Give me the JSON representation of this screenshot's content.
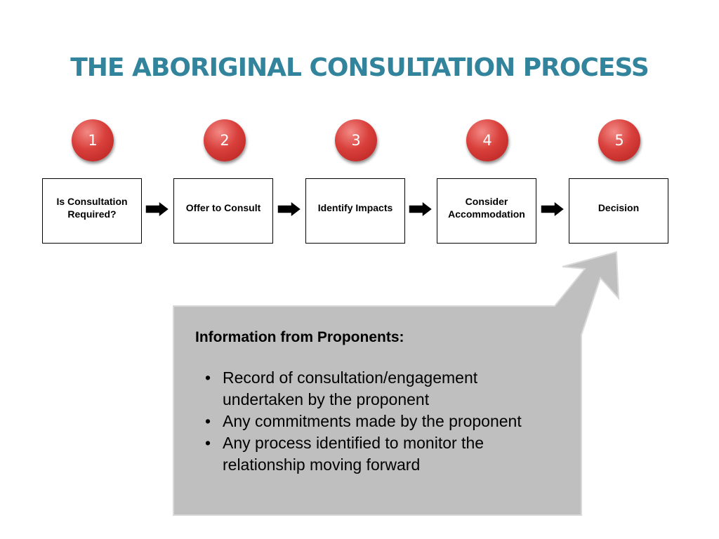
{
  "title": "THE ABORIGINAL CONSULTATION PROCESS",
  "steps": [
    {
      "number": "1",
      "label": "Is Consultation Required?"
    },
    {
      "number": "2",
      "label": "Offer to Consult"
    },
    {
      "number": "3",
      "label": "Identify Impacts"
    },
    {
      "number": "4",
      "label": "Consider Accommodation"
    },
    {
      "number": "5",
      "label": "Decision"
    }
  ],
  "info": {
    "heading": "Information from Proponents:",
    "bullets": [
      "Record of consultation/engagement undertaken by the proponent",
      "Any commitments made by the proponent",
      "Any process identified to monitor the relationship moving forward"
    ]
  },
  "colors": {
    "title": "#31849b",
    "badge": "#c9302c",
    "info_panel": "#bfbfbf",
    "panel_border": "#d9d9d9"
  }
}
